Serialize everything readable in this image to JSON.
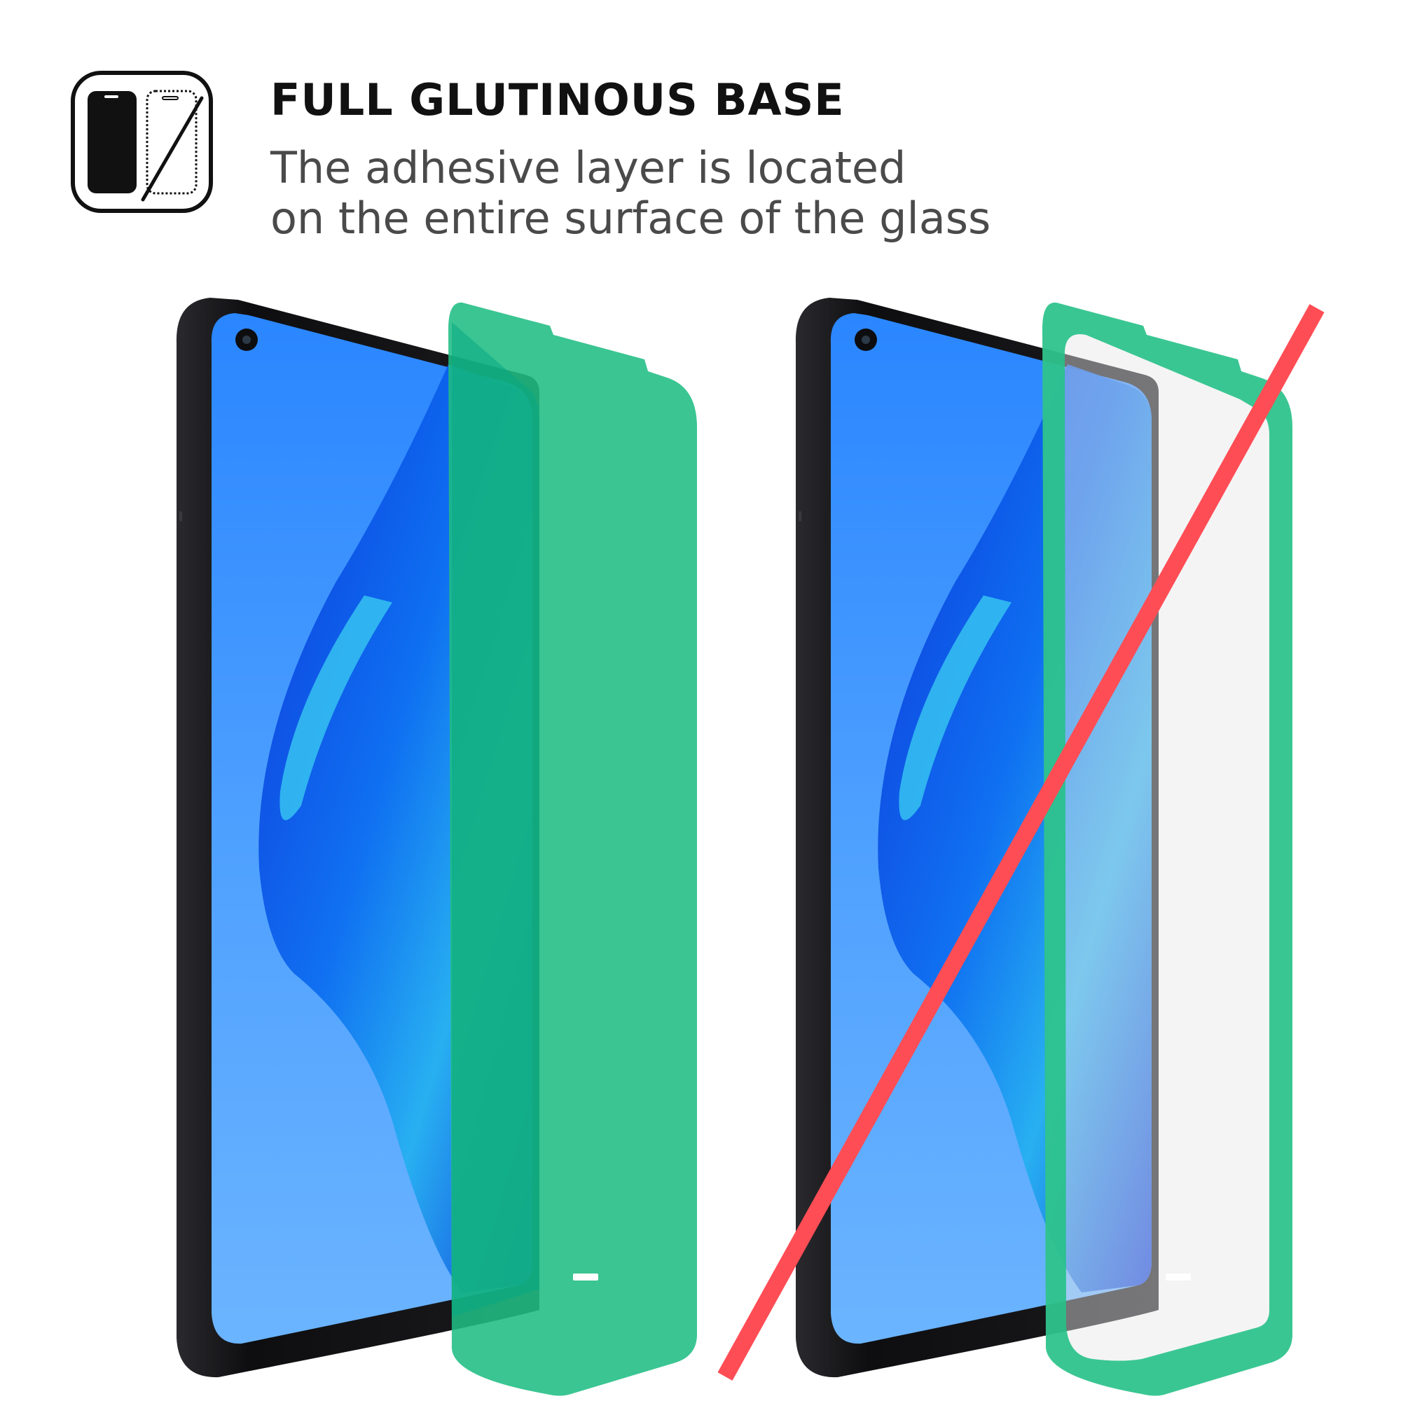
{
  "header": {
    "icon": "full-adhesive-icon",
    "title": "FULL GLUTINOUS BASE",
    "subtitle_line_1": "The adhesive layer is located",
    "subtitle_line_2": "on the entire surface of the glass"
  },
  "illustrations": {
    "left": {
      "device": "smartphone",
      "protector": "full-adhesive-glass"
    },
    "right": {
      "device": "smartphone",
      "protector": "edge-only-adhesive-glass",
      "mark": "cross-out-stripe"
    }
  },
  "colors": {
    "title_text": "#111111",
    "subtitle_text": "#4a4a4a",
    "icon_stroke": "#111111",
    "phone_frame": "#141416",
    "screen_blue": "#4a9cff",
    "screen_deep_blue": "#0a36d9",
    "adhesive_green": "#2fc38c",
    "glass_clear": "#e9e9ea",
    "cross_red": "#ff4d55"
  }
}
